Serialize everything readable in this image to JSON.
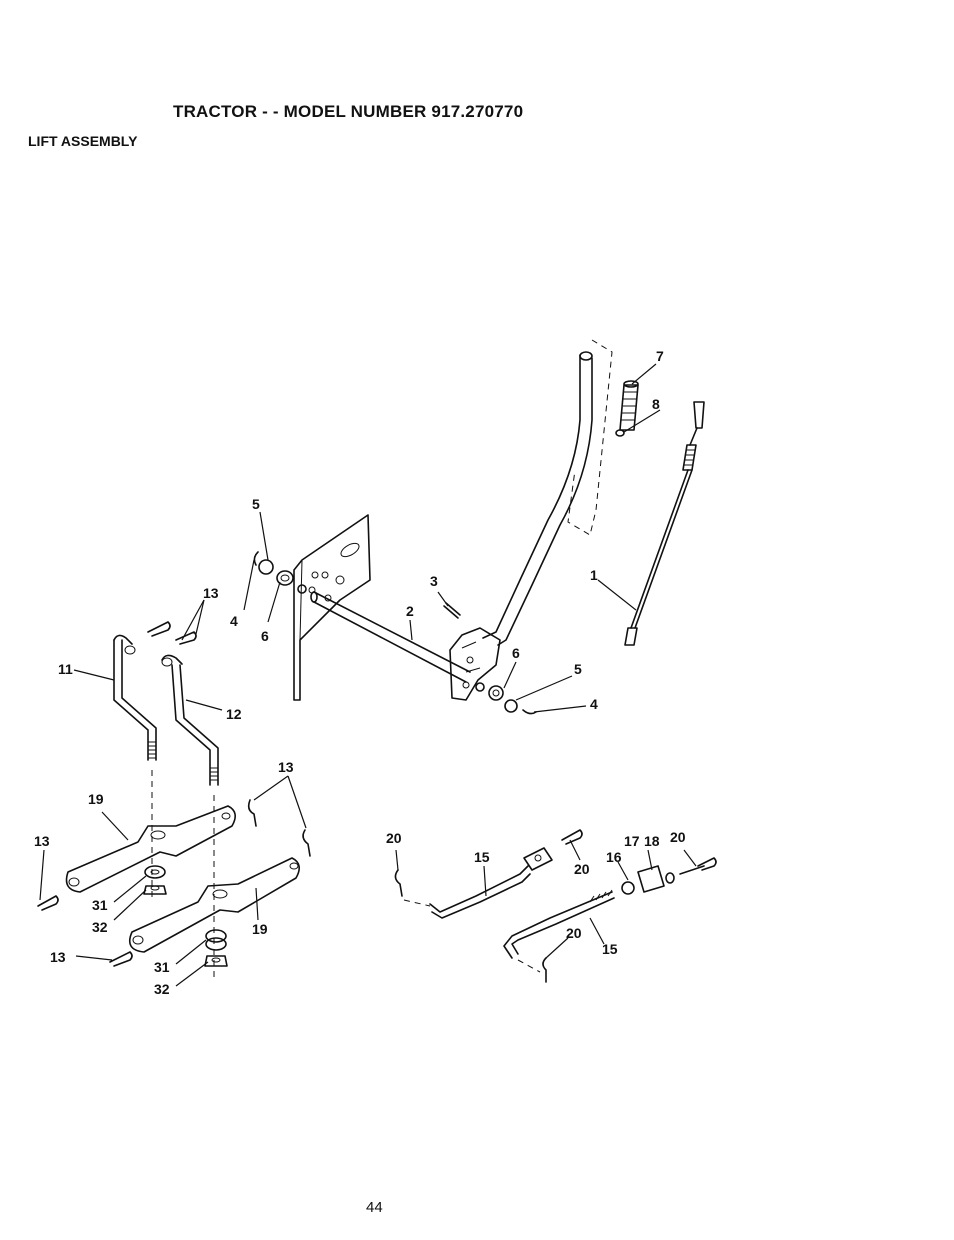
{
  "header": {
    "title": "TRACTOR - - MODEL NUMBER 917.270770",
    "section": "LIFT ASSEMBLY"
  },
  "footer": {
    "page_number": "44"
  },
  "callouts": [
    {
      "id": "c7",
      "label": "7"
    },
    {
      "id": "c8",
      "label": "8"
    },
    {
      "id": "c5a",
      "label": "5"
    },
    {
      "id": "c13a",
      "label": "13"
    },
    {
      "id": "c4a",
      "label": "4"
    },
    {
      "id": "c6a",
      "label": "6"
    },
    {
      "id": "c3",
      "label": "3"
    },
    {
      "id": "c2",
      "label": "2"
    },
    {
      "id": "c1",
      "label": "1"
    },
    {
      "id": "c11",
      "label": "11"
    },
    {
      "id": "c12",
      "label": "12"
    },
    {
      "id": "c6b",
      "label": "6"
    },
    {
      "id": "c5b",
      "label": "5"
    },
    {
      "id": "c4b",
      "label": "4"
    },
    {
      "id": "c13b",
      "label": "13"
    },
    {
      "id": "c19a",
      "label": "19"
    },
    {
      "id": "c13c",
      "label": "13"
    },
    {
      "id": "c31a",
      "label": "31"
    },
    {
      "id": "c32a",
      "label": "32"
    },
    {
      "id": "c19b",
      "label": "19"
    },
    {
      "id": "c13d",
      "label": "13"
    },
    {
      "id": "c31b",
      "label": "31"
    },
    {
      "id": "c32b",
      "label": "32"
    },
    {
      "id": "c20a",
      "label": "20"
    },
    {
      "id": "c15a",
      "label": "15"
    },
    {
      "id": "c20b",
      "label": "20"
    },
    {
      "id": "c17",
      "label": "17"
    },
    {
      "id": "c18",
      "label": "18"
    },
    {
      "id": "c20c",
      "label": "20"
    },
    {
      "id": "c16",
      "label": "16"
    },
    {
      "id": "c20d",
      "label": "20"
    },
    {
      "id": "c15b",
      "label": "15"
    }
  ]
}
